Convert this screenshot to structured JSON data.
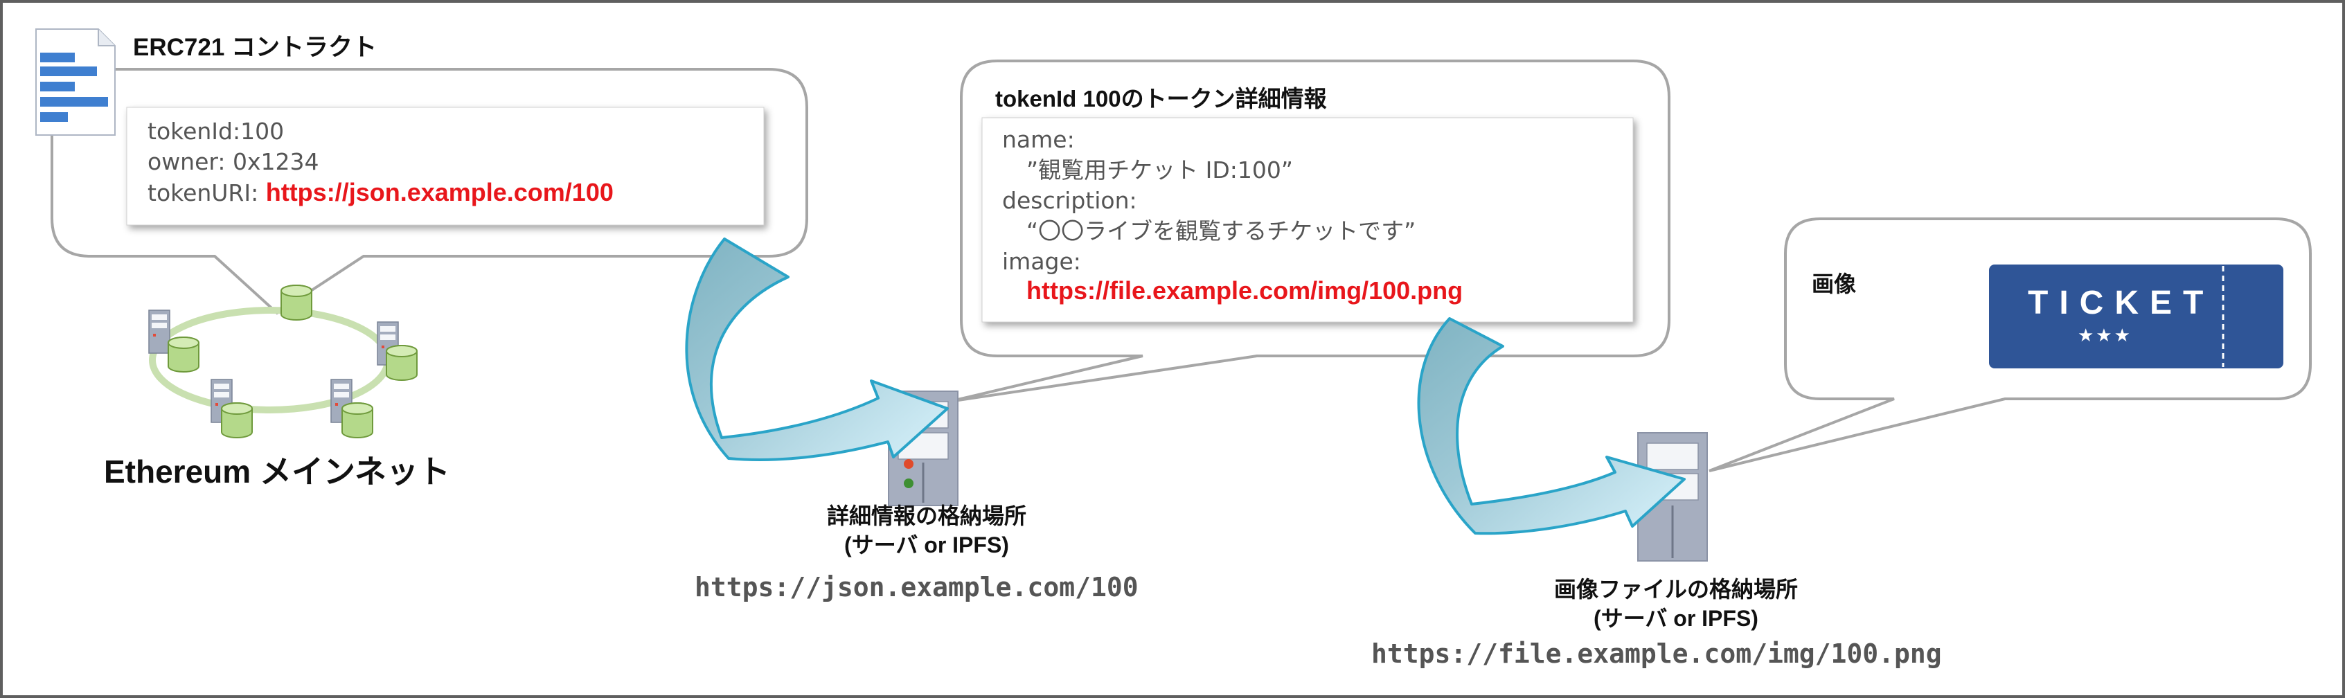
{
  "contract": {
    "title": "ERC721 コントラクト",
    "lines": [
      {
        "key": "tokenId:",
        "value": "100"
      },
      {
        "key": "owner: ",
        "value": "0x1234"
      },
      {
        "key": "tokenURI: ",
        "value": "https://json.example.com/100"
      }
    ],
    "network_label": "Ethereum メインネット"
  },
  "metadata": {
    "title": "tokenId 100のトークン詳細情報",
    "name_key": "name:",
    "name_value": "”観覧用チケット ID:100”",
    "description_key": "description:",
    "description_value": "“〇〇ライブを観覧するチケットです”",
    "image_key": "image:",
    "image_value": "https://file.example.com/img/100.png"
  },
  "metadata_server": {
    "label_line1": "詳細情報の格納場所",
    "label_line2": "(サーバ or IPFS)",
    "url": "https://json.example.com/100"
  },
  "image_bubble": {
    "title": "画像",
    "ticket_text": "TICKET",
    "ticket_stars": "★★★"
  },
  "image_server": {
    "label_line1": "画像ファイルの格納場所",
    "label_line2": "(サーバ or IPFS)",
    "url": "https://file.example.com/img/100.png"
  },
  "colors": {
    "border": "#5f5f5f",
    "bubble_stroke": "#a6a6a6",
    "red": "#e8161b",
    "arrow_fill": "#c8e6f2",
    "arrow_stroke": "#2aa4c8",
    "ticket_blue": "#2f5597",
    "ring": "#c9e0b0",
    "db_green": "#b8dc8c",
    "server_gray": "#a6aebf"
  }
}
